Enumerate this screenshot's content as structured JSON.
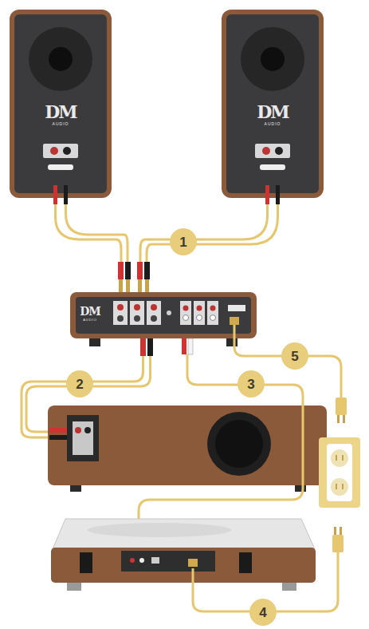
{
  "diagram": {
    "nodes": [
      {
        "text": [
          "1"
        ]
      },
      {
        "text": [
          "2"
        ]
      },
      {
        "text": [
          "3"
        ]
      },
      {
        "text": [
          "4"
        ]
      },
      {
        "text": [
          "5"
        ]
      }
    ],
    "labels": [
      "DM",
      "AUDIO",
      "DM",
      "AUDIO",
      "DM",
      "AUDIO"
    ]
  }
}
